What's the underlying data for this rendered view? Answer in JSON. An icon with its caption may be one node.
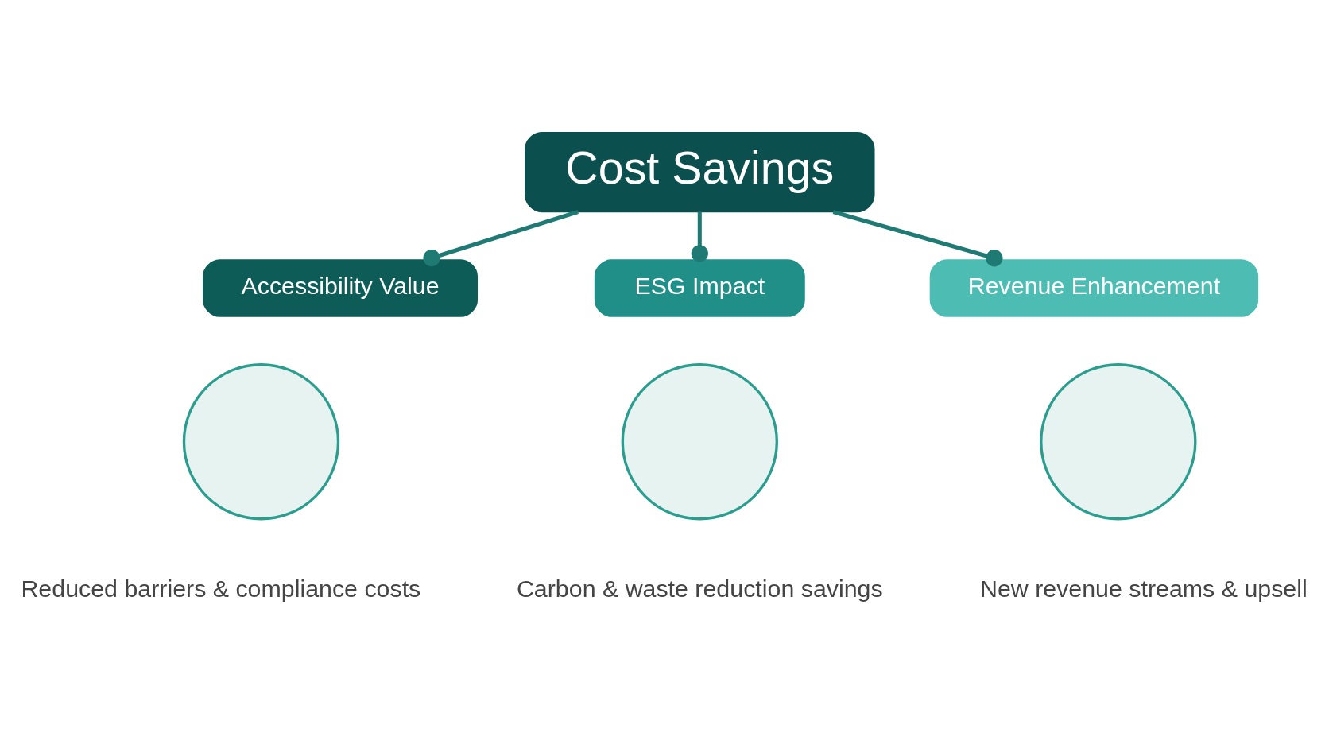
{
  "diagram": {
    "nodes": [
      {
        "text": [
          "Cost Savings"
        ]
      },
      {
        "text": [
          "Accessibility Value"
        ]
      },
      {
        "text": [
          "ESG Impact"
        ]
      },
      {
        "text": [
          "Revenue Enhancement"
        ]
      },
      {
        "text": [],
        "shape": "circle"
      },
      {
        "text": [],
        "shape": "circle"
      },
      {
        "text": [],
        "shape": "circle"
      }
    ],
    "edges": [
      {
        "from": 0,
        "to": 1,
        "arrow": "other"
      },
      {
        "from": 0,
        "to": 2,
        "arrow": "other"
      },
      {
        "from": 0,
        "to": 3,
        "arrow": "other"
      }
    ],
    "labels": [
      "Reduced barriers & compliance costs",
      "Carbon & waste reduction savings",
      "New revenue streams & upsell"
    ]
  }
}
